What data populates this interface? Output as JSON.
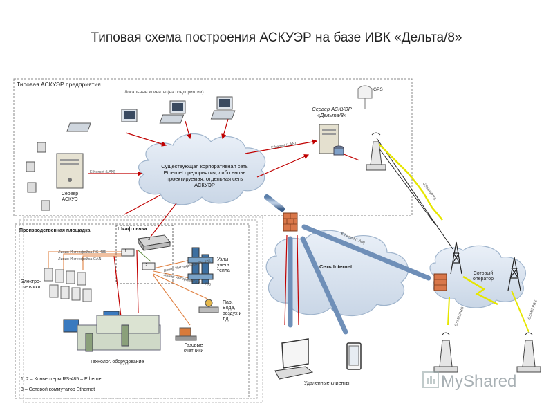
{
  "title": "Типовая схема построения АСКУЭР на базе ИВК «Дельта/8»",
  "labels": {
    "enterprise_zone": "Типовая АСКУЭР предприятия",
    "local_clients": "Локальные клиенты (на предприятии)",
    "gps": "GPS",
    "server": "Сервер АСКУЭР «Дельта/8»",
    "server_askue": "Сервер АСКУЭ",
    "corp_network": "Существующая корпоративная сеть Ethernet предприятия, либо вновь проектируемая, отдельная сеть АСКУЭР",
    "production_site": "Производственная площадка",
    "comm_cabinet": "Шкаф связи",
    "heat_nodes": "Узлы учета тепла",
    "steam_water": "Пар, Вода, воздух и т.д.",
    "electric_meters": "Электро-счетчики",
    "gas_meters": "Газовые счетчики",
    "tech_equipment": "Технолог. оборудование",
    "internet": "Сеть Internet",
    "cellular": "Сотовый оператор",
    "remote_clients": "Удаленные клиенты",
    "legend_1": "1, 2 – Конвертеры RS-485 – Ethernet",
    "legend_2": "3 – Сетевой коммутатор Ethernet",
    "watermark": "MyShared"
  },
  "link_labels": {
    "ethernet": "Ethernet (LAN)",
    "gsm": "GSM/GPRS",
    "rs485": "Линия Интерфейса RS-485",
    "can": "Линия Интерфейса CAN"
  },
  "switch_ports": [
    "1",
    "2",
    "3"
  ],
  "colors": {
    "cloud": "#dce6f2",
    "cloud_stroke": "#9fb4cc",
    "link_red": "#c00000",
    "link_blue": "#7f9fc4",
    "wire_orange": "#e08040",
    "wire_green": "#5a8a3a",
    "lightning": "#e6e600"
  }
}
